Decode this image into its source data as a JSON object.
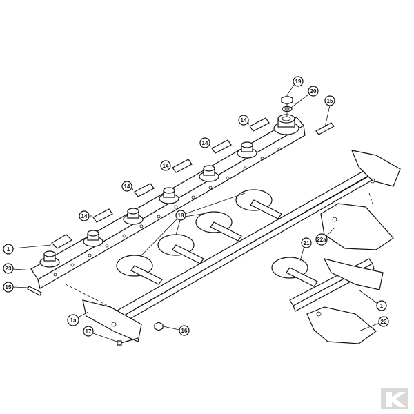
{
  "diagram": {
    "callouts": [
      {
        "id": "c19",
        "label": "19"
      },
      {
        "id": "c20",
        "label": "20"
      },
      {
        "id": "c15a",
        "label": "15"
      },
      {
        "id": "c14a",
        "label": "14"
      },
      {
        "id": "c14b",
        "label": "14"
      },
      {
        "id": "c14c",
        "label": "14"
      },
      {
        "id": "c14d",
        "label": "14"
      },
      {
        "id": "c14e",
        "label": "14"
      },
      {
        "id": "c1a",
        "label": "1"
      },
      {
        "id": "c23",
        "label": "23"
      },
      {
        "id": "c15b",
        "label": "15"
      },
      {
        "id": "c18",
        "label": "18"
      },
      {
        "id": "c21",
        "label": "21"
      },
      {
        "id": "c22a",
        "label": "22a"
      },
      {
        "id": "c1b",
        "label": "1"
      },
      {
        "id": "c1s",
        "label": "1a"
      },
      {
        "id": "c17",
        "label": "17"
      },
      {
        "id": "c16",
        "label": "16"
      },
      {
        "id": "c22",
        "label": "22"
      }
    ]
  },
  "logo": {
    "name": "kramp-logo-icon",
    "color": "#d9d9d9"
  }
}
